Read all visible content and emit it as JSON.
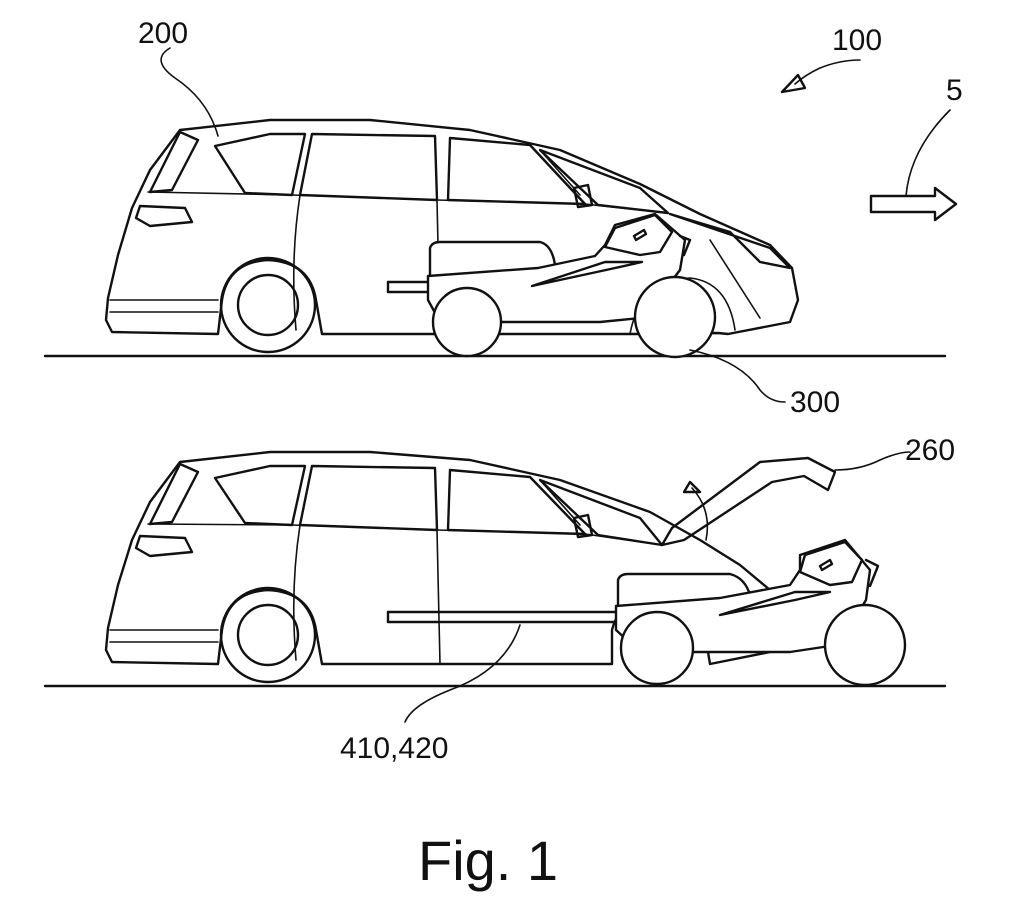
{
  "figure": {
    "caption": "Fig. 1",
    "labels": {
      "system": "100",
      "vehicle": "200",
      "direction": "5",
      "motorcycle": "300",
      "hood": "260",
      "rails": "410,420"
    }
  }
}
